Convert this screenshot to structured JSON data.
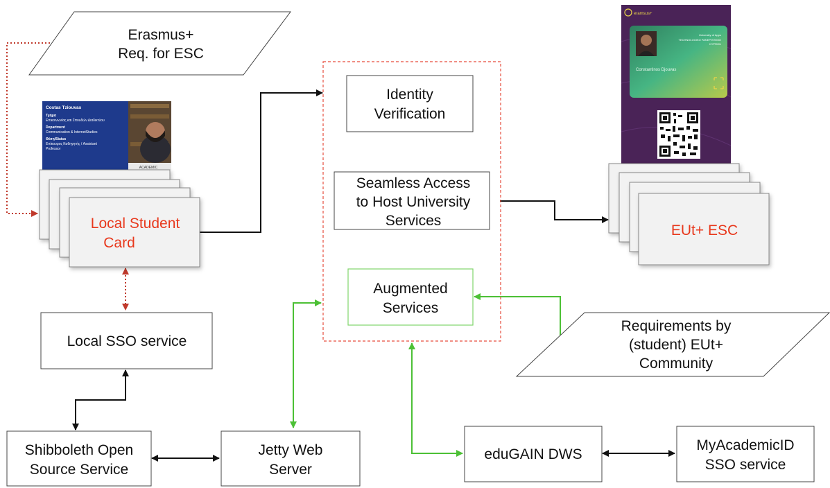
{
  "colors": {
    "accent_red": "#e8381c",
    "dotted_red": "#c0392b",
    "green": "#4cc035",
    "dashed_red_border": "#e74c3c",
    "card_back": "#f2f2f2",
    "esc_purple": "#4a2357",
    "esc_card_green": "#3aa57c"
  },
  "inputs": {
    "erasmus": [
      "Erasmus+",
      "Req. for ESC"
    ],
    "requirements": [
      "Requirements by",
      "(student) EUt+",
      "Community"
    ]
  },
  "local_card": {
    "label": [
      "Local Student",
      "Card"
    ],
    "photo_card": {
      "name": "Costas Tziouvas",
      "school_label": "Τμήμα",
      "school_value": "Επικοινωνίας και Σπουδών Διαδικτύου",
      "department_label": "Department",
      "department_value": "Communication & InternetStudies",
      "status_label": "Θέση/Status",
      "status_value_1": "Επίκουρος Καθηγητής / Assistant",
      "status_value_2": "Professor",
      "badge": "ACADEMIC"
    }
  },
  "services": {
    "identity": [
      "Identity",
      "Verification"
    ],
    "seamless": [
      "Seamless Access",
      "to Host University",
      "Services"
    ],
    "augmented": [
      "Augmented",
      "Services"
    ]
  },
  "esc": {
    "label": "EUt+ ESC",
    "phone": {
      "brand": "eramsus+",
      "university_line_1": "University of Apps",
      "university_line_2": "TECHNOLOGIKO PANEPISTIMIO",
      "university_line_3": "KYPROU",
      "holder": "Constantinos Djouvas"
    }
  },
  "backend": {
    "local_sso": "Local SSO service",
    "shibboleth": [
      "Shibboleth Open",
      "Source Service"
    ],
    "jetty": [
      "Jetty Web",
      "Server"
    ],
    "edugain": "eduGAIN DWS",
    "myacademicid": [
      "MyAcademicID",
      "SSO service"
    ]
  }
}
